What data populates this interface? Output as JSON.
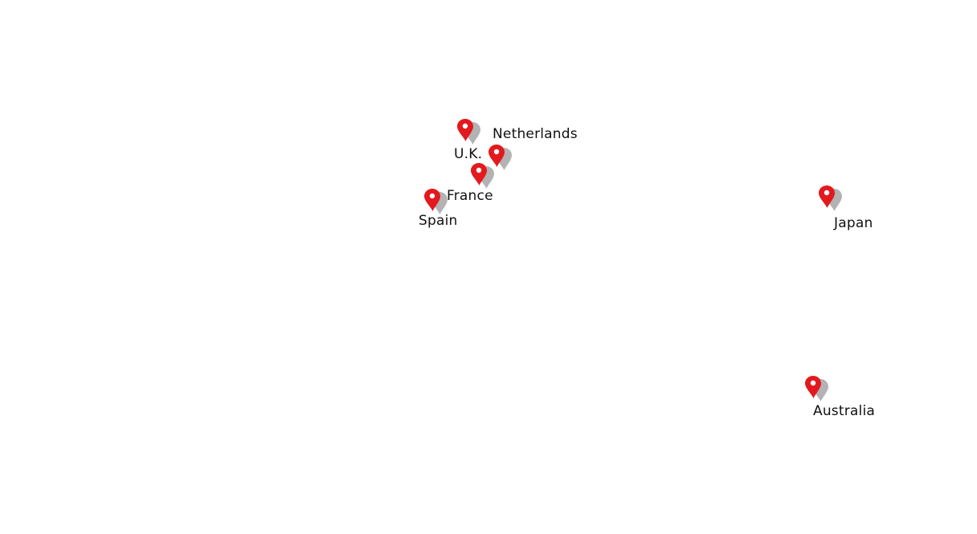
{
  "map": {
    "marker_color": "#e3191e",
    "marker_shadow_color": "#9a9a9a",
    "label_color": "#111111",
    "marker_icon": "map-pin-icon"
  },
  "locations": [
    {
      "id": "uk",
      "label": "U.K."
    },
    {
      "id": "netherlands",
      "label": "Netherlands"
    },
    {
      "id": "france",
      "label": "France"
    },
    {
      "id": "spain",
      "label": "Spain"
    },
    {
      "id": "japan",
      "label": "Japan"
    },
    {
      "id": "australia",
      "label": "Australia"
    }
  ]
}
